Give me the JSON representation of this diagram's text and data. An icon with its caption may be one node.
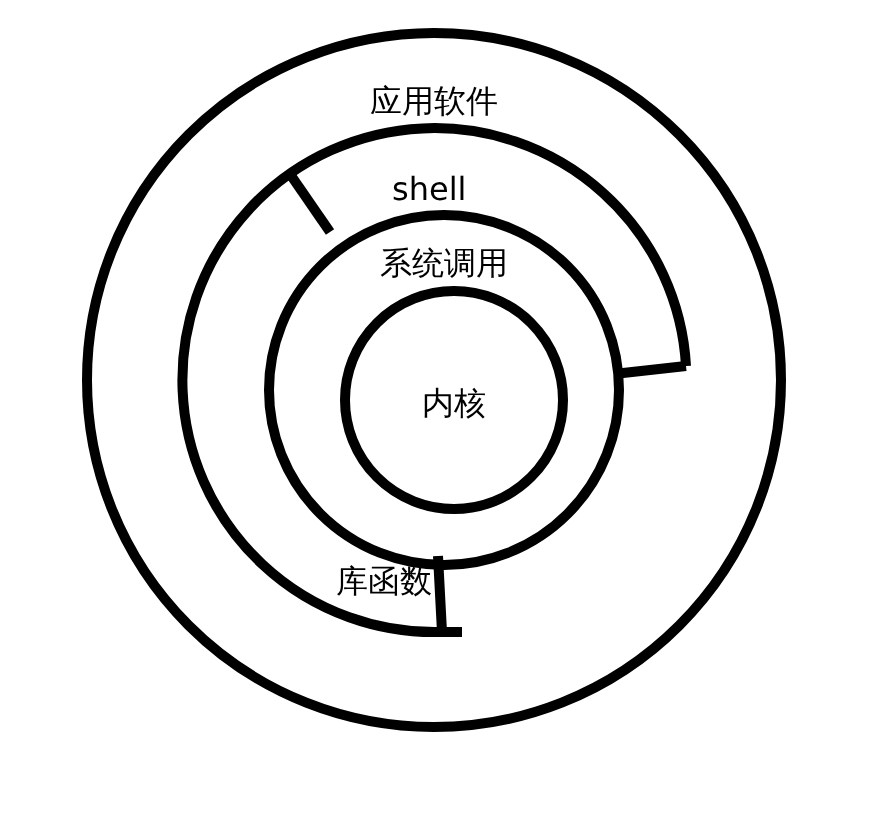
{
  "diagram": {
    "nodes": [
      {
        "text": [
          "应用软件"
        ]
      },
      {
        "text": [
          "shell"
        ],
        "in": 0
      },
      {
        "text": [
          "系统调用"
        ],
        "in": 0
      },
      {
        "text": [
          "内核"
        ],
        "in": 2
      },
      {
        "text": [
          "库函数"
        ],
        "in": 0
      }
    ]
  }
}
